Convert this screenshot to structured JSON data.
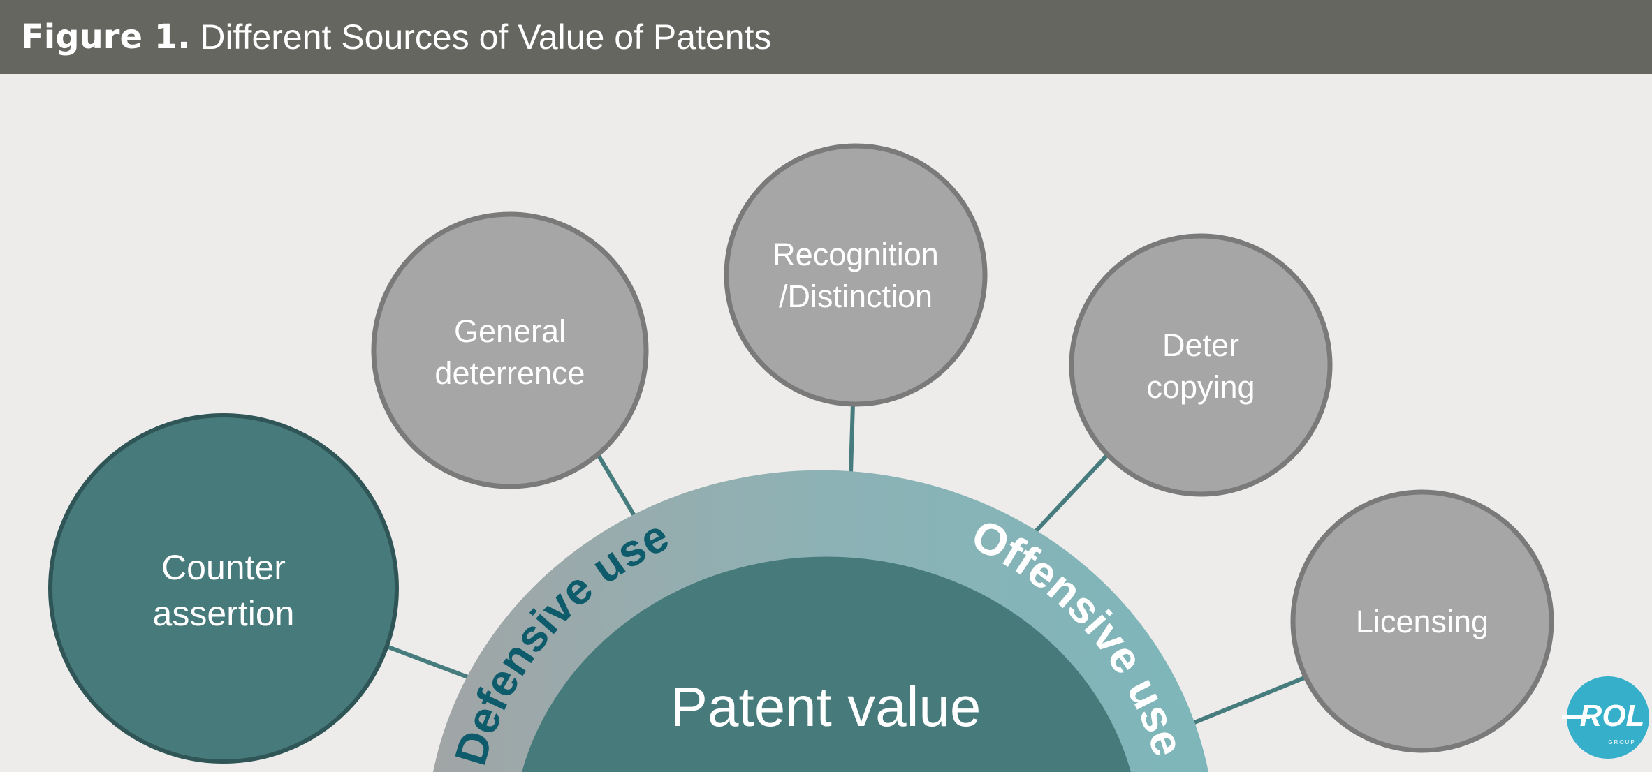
{
  "figure": {
    "label": "Figure 1.",
    "title": "Different Sources of Value of Patents"
  },
  "center": {
    "label": "Patent value"
  },
  "ring": {
    "defensive": "Defensive use",
    "offensive": "Offensive use"
  },
  "nodes": [
    {
      "line1": "Counter",
      "line2": "assertion"
    },
    {
      "line1": "General",
      "line2": "deterrence"
    },
    {
      "line1": "Recognition",
      "line2": "/Distinction"
    },
    {
      "line1": "Deter",
      "line2": "copying"
    },
    {
      "line1": "Licensing",
      "line2": ""
    }
  ],
  "logo": {
    "text": "ROL",
    "sub": "GROUP"
  },
  "colors": {
    "header": "#65665f",
    "background": "#edecea",
    "teal_dark": "#477a7b",
    "gray_node": "#a6a6a6",
    "defensive_text": "#0e5c6b",
    "logo": "#36afcb"
  }
}
